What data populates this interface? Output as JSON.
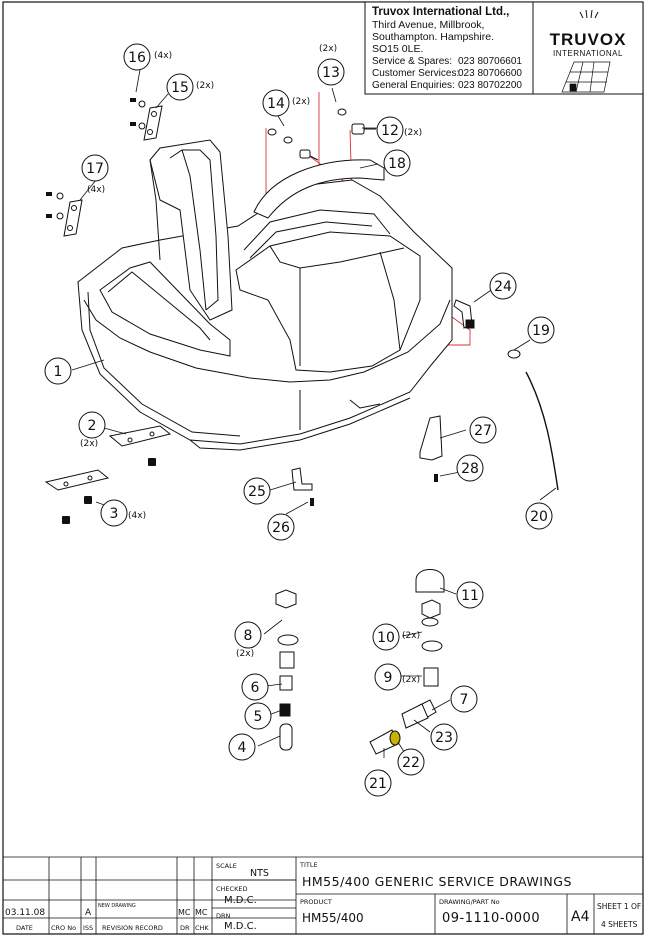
{
  "company": {
    "name": "Truvox International Ltd.,",
    "address_lines": [
      "Third Avenue, Millbrook,",
      "Southampton. Hampshire.",
      "SO15 0LE."
    ],
    "phones": [
      {
        "label": "Service & Spares:",
        "number": "023 80706601"
      },
      {
        "label": "Customer Services:",
        "number": "023 80706600"
      },
      {
        "label": "General Enquiries:",
        "number": "023 80702200"
      }
    ],
    "logo_word": "TRUVOX",
    "logo_sub": "INTERNATIONAL"
  },
  "callouts": [
    {
      "num": "1",
      "qty": ""
    },
    {
      "num": "2",
      "qty": "(2x)"
    },
    {
      "num": "3",
      "qty": "(4x)"
    },
    {
      "num": "4",
      "qty": ""
    },
    {
      "num": "5",
      "qty": ""
    },
    {
      "num": "6",
      "qty": ""
    },
    {
      "num": "7",
      "qty": ""
    },
    {
      "num": "8",
      "qty": "(2x)"
    },
    {
      "num": "9",
      "qty": "(2x)"
    },
    {
      "num": "10",
      "qty": "(2x)"
    },
    {
      "num": "11",
      "qty": ""
    },
    {
      "num": "12",
      "qty": "(2x)"
    },
    {
      "num": "13",
      "qty": "(2x)"
    },
    {
      "num": "14",
      "qty": "(2x)"
    },
    {
      "num": "15",
      "qty": "(2x)"
    },
    {
      "num": "16",
      "qty": "(4x)"
    },
    {
      "num": "17",
      "qty": "(4x)"
    },
    {
      "num": "18",
      "qty": ""
    },
    {
      "num": "19",
      "qty": ""
    },
    {
      "num": "20",
      "qty": ""
    },
    {
      "num": "21",
      "qty": ""
    },
    {
      "num": "22",
      "qty": ""
    },
    {
      "num": "23",
      "qty": ""
    },
    {
      "num": "24",
      "qty": ""
    },
    {
      "num": "25",
      "qty": ""
    },
    {
      "num": "26",
      "qty": ""
    },
    {
      "num": "27",
      "qty": ""
    },
    {
      "num": "28",
      "qty": ""
    }
  ],
  "title_block": {
    "scale_label": "SCALE",
    "scale_value": "NTS",
    "checked_label": "CHECKED",
    "checked_value": "M.D.C.",
    "drn_label": "DRN",
    "drn_value": "M.D.C.",
    "title_label": "TITLE",
    "title_value": "HM55/400 GENERIC SERVICE DRAWINGS",
    "product_label": "PRODUCT",
    "product_value": "HM55/400",
    "drawing_label": "DRAWING/PART No",
    "drawing_value": "09-1110-0000",
    "size": "A4",
    "sheet_line1": "SHEET 1 OF",
    "sheet_line2": "4 SHEETS"
  },
  "revision": {
    "date": "03.11.08",
    "iss": "A",
    "record": "NEW DRAWING",
    "dr": "MC",
    "chk": "MC",
    "headers": {
      "date": "DATE",
      "cro": "CRO No",
      "iss": "ISS",
      "record": "REVISION RECORD",
      "dr": "DR",
      "chk": "CHK"
    }
  },
  "colors": {
    "leader_red": "#e03030",
    "ink": "#111111",
    "highlight": "#c8b400"
  }
}
